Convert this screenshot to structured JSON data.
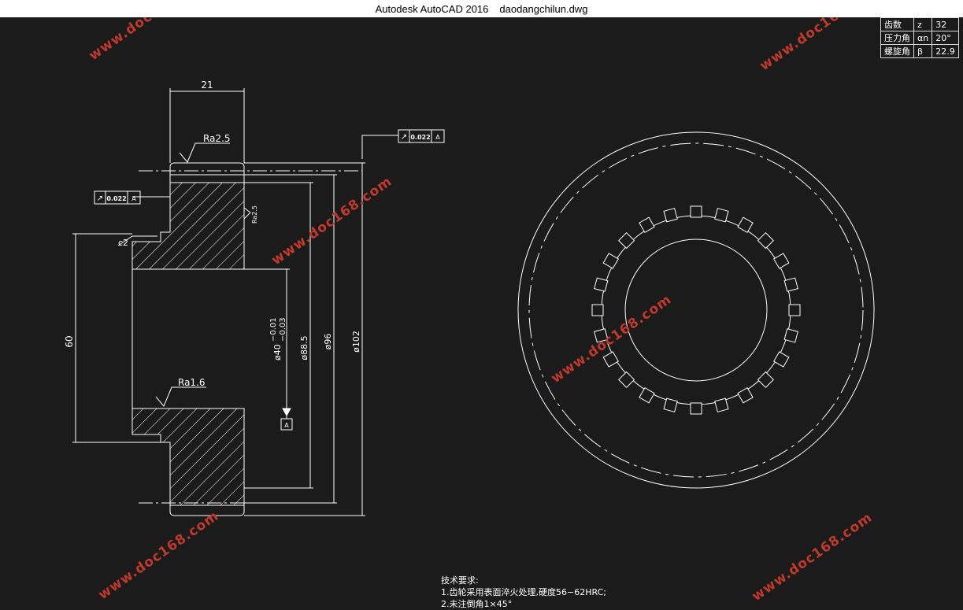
{
  "window": {
    "app_name": "Autodesk AutoCAD 2016",
    "file_name": "daodangchilun.dwg"
  },
  "drawing": {
    "dims": {
      "width_21": "21",
      "dia_60": "60",
      "dia_40": "ø40−0.01\n−0.03",
      "dia_40_main": "ø40",
      "dia_40_tol_top": "−0.01",
      "dia_40_tol_bot": "−0.03",
      "dia_88": "ø88.5",
      "dia_96": "ø96",
      "dia_102": "ø102",
      "chamfer": "c2"
    },
    "surface_finish": {
      "ra_top": "Ra2.5",
      "ra_bore": "Ra1.6",
      "ra_side": "Ra2.5"
    },
    "tolerance_frames": {
      "top_right": {
        "symbol": "↗",
        "value": "0.022",
        "datum": "A"
      },
      "left": {
        "symbol": "↗",
        "value": "0.022",
        "datum": "A"
      },
      "datum_label": "A"
    }
  },
  "param_table": {
    "rows": [
      {
        "name": "齿数",
        "symbol": "z",
        "value": "32"
      },
      {
        "name": "压力角",
        "symbol": "αn",
        "value": "20°"
      },
      {
        "name": "螺旋角",
        "symbol": "β",
        "value": "22.9"
      }
    ]
  },
  "notes": {
    "title": "技术要求:",
    "line1": "1.齿轮采用表面淬火处理,硬度56−62HRC;",
    "line2": "2.未注倒角1×45°"
  },
  "watermark": {
    "text": "www.doc168.com"
  },
  "colors": {
    "background": "#1b1b1b",
    "lines": "#ffffff",
    "watermark": "#c0392b"
  }
}
